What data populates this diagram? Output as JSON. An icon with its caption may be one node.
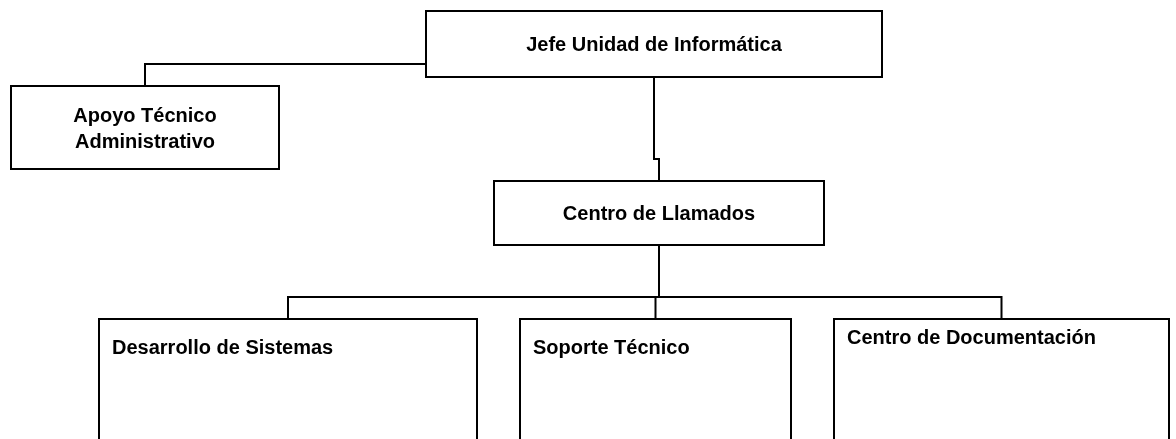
{
  "diagram": {
    "nodes": [
      {
        "text": [
          "Jefe Unidad de Informática"
        ]
      },
      {
        "text": [
          "Apoyo Técnico Administrativo"
        ]
      },
      {
        "text": [
          "Centro de Llamados"
        ]
      },
      {
        "text": [
          "Desarrollo de Sistemas"
        ]
      },
      {
        "text": [
          "Soporte Técnico"
        ]
      },
      {
        "text": [
          "Centro de Documentación"
        ]
      }
    ],
    "edges": [
      {
        "from": 0,
        "to": 2,
        "arrow": "none"
      },
      {
        "from": 0,
        "to": 1,
        "arrow": "none"
      },
      {
        "from": 2,
        "to": 3,
        "arrow": "none"
      },
      {
        "from": 2,
        "to": 4,
        "arrow": "none"
      },
      {
        "from": 2,
        "to": 5,
        "arrow": "none"
      }
    ]
  }
}
